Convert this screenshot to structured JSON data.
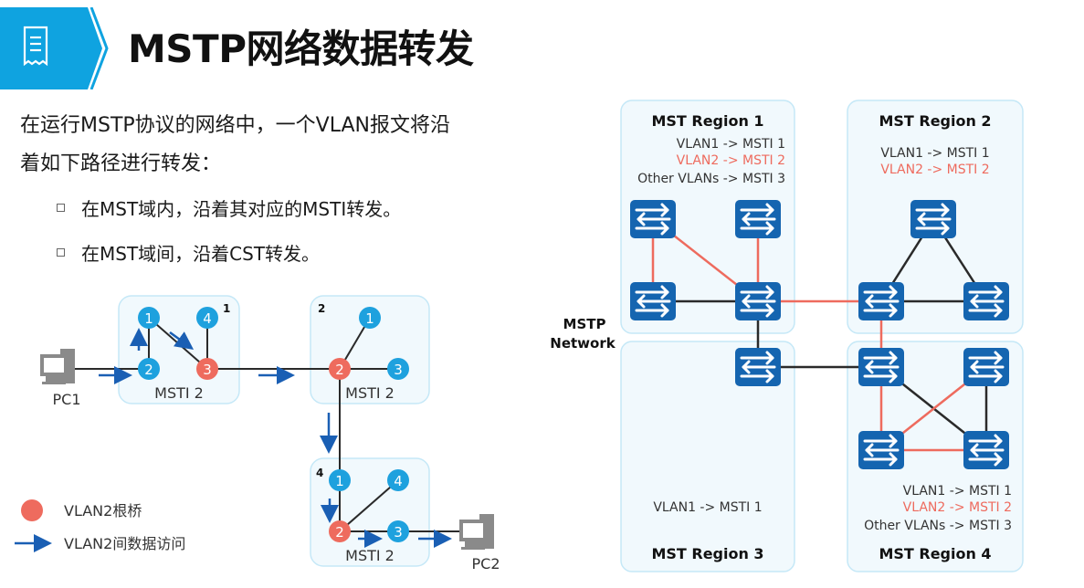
{
  "header": {
    "icon": "document-list-icon",
    "title": "MSTP网络数据转发"
  },
  "intro": {
    "line1": "在运行MSTP协议的网络中，一个VLAN报文将沿",
    "line2": "着如下路径进行转发："
  },
  "bullets": [
    "在MST域内，沿着其对应的MSTI转发。",
    "在MST域间，沿着CST转发。"
  ],
  "left_diagram": {
    "pc1": "PC1",
    "pc2": "PC2",
    "regions": [
      {
        "number": "1",
        "label": "MSTI 2",
        "nodes": [
          "1",
          "2",
          "3",
          "4"
        ],
        "root": "3"
      },
      {
        "number": "2",
        "label": "MSTI 2",
        "nodes": [
          "1",
          "2",
          "3"
        ],
        "root": "2"
      },
      {
        "number": "4",
        "label": "MSTI 2",
        "nodes": [
          "1",
          "2",
          "3",
          "4"
        ],
        "root": "2"
      }
    ],
    "legend": {
      "root": "VLAN2根桥",
      "flow": "VLAN2间数据访问"
    }
  },
  "right_diagram": {
    "network_label_1": "MSTP",
    "network_label_2": "Network",
    "regions": [
      {
        "title": "MST Region 1",
        "mappings": [
          {
            "text": "VLAN1 -> MSTI 1",
            "highlight": false
          },
          {
            "text": "VLAN2 -> MSTI 2",
            "highlight": true
          },
          {
            "text": "Other VLANs -> MSTI 3",
            "highlight": false
          }
        ]
      },
      {
        "title": "MST Region 2",
        "mappings": [
          {
            "text": "VLAN1 -> MSTI 1",
            "highlight": false
          },
          {
            "text": "VLAN2 -> MSTI 2",
            "highlight": true
          }
        ]
      },
      {
        "title": "MST Region 3",
        "mappings": [
          {
            "text": "VLAN1 -> MSTI 1",
            "highlight": false
          }
        ]
      },
      {
        "title": "MST Region 4",
        "mappings": [
          {
            "text": "VLAN1 -> MSTI 1",
            "highlight": false
          },
          {
            "text": "VLAN2 -> MSTI 2",
            "highlight": true
          },
          {
            "text": "Other VLANs -> MSTI 3",
            "highlight": false
          }
        ]
      }
    ]
  },
  "colors": {
    "accent_blue": "#0fa3e0",
    "switch_blue": "#1565b0",
    "root_red": "#ee6b5e",
    "flow_arrow": "#1a5fb4",
    "region_fill": "#f1f9fd",
    "region_border": "#c5e8f7"
  }
}
